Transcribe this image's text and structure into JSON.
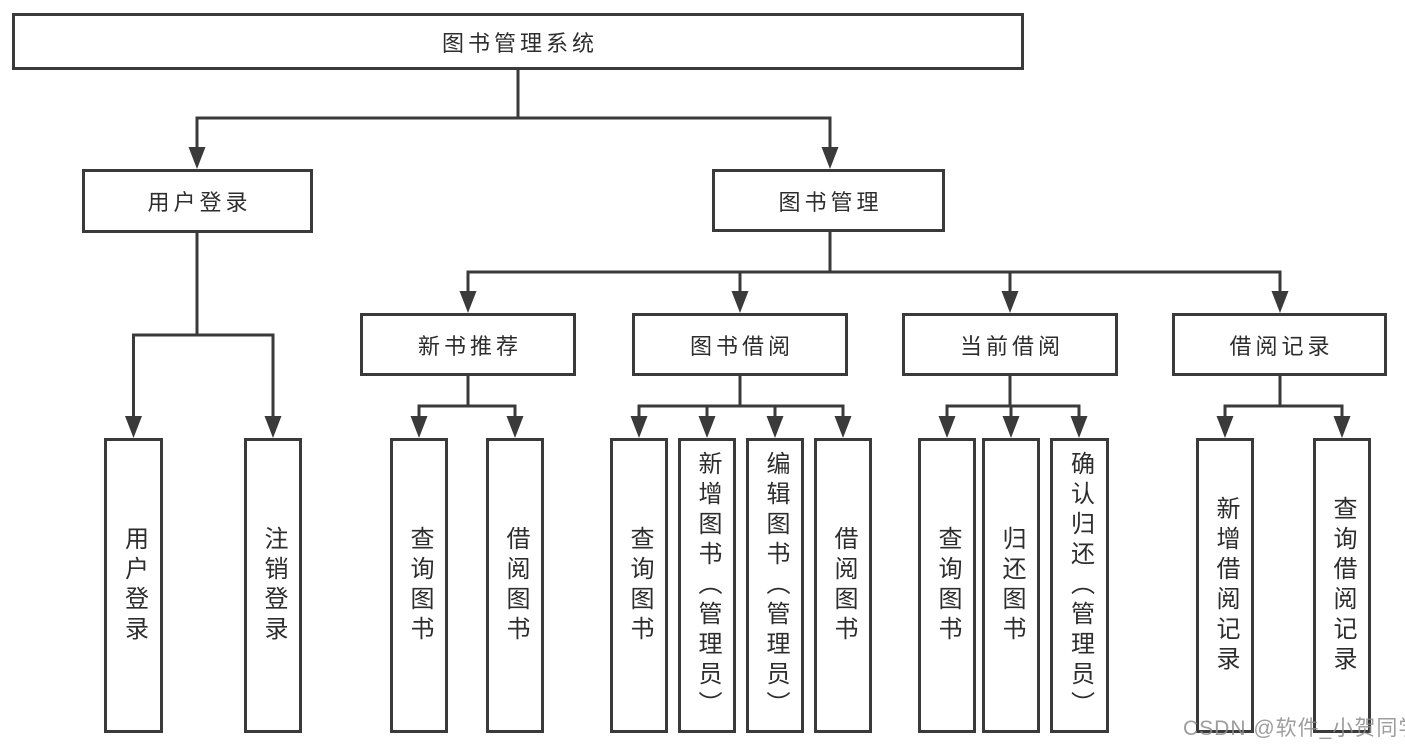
{
  "tree": {
    "label": "图书管理系统",
    "children": [
      {
        "label": "用户登录",
        "children": [
          {
            "label": "用户登录"
          },
          {
            "label": "注销登录"
          }
        ]
      },
      {
        "label": "图书管理",
        "children": [
          {
            "label": "新书推荐",
            "children": [
              {
                "label": "查询图书"
              },
              {
                "label": "借阅图书"
              }
            ]
          },
          {
            "label": "图书借阅",
            "children": [
              {
                "label": "查询图书"
              },
              {
                "label": "新增图书（管理员）"
              },
              {
                "label": "编辑图书（管理员）"
              },
              {
                "label": "借阅图书"
              }
            ]
          },
          {
            "label": "当前借阅",
            "children": [
              {
                "label": "查询图书"
              },
              {
                "label": "归还图书"
              },
              {
                "label": "确认归还（管理员）"
              }
            ]
          },
          {
            "label": "借阅记录",
            "children": [
              {
                "label": "新增借阅记录"
              },
              {
                "label": "查询借阅记录"
              }
            ]
          }
        ]
      }
    ]
  },
  "watermark": "CSDN @软件_小贺同学",
  "colors": {
    "line": "#3a3a3a",
    "text": "#2d2d2d",
    "watermark": "#8c8c8c",
    "background": "#ffffff"
  }
}
